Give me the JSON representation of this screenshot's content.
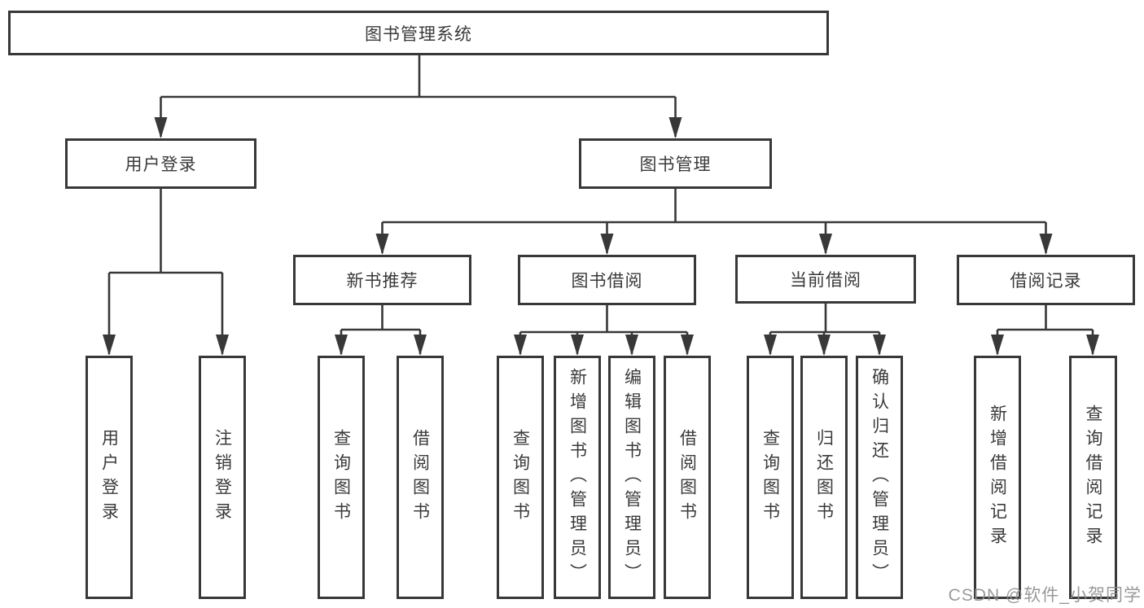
{
  "diagram_title": "图书管理系统",
  "nodes": {
    "root": "图书管理系统",
    "l2_user_login": "用户登录",
    "l2_book_mgmt": "图书管理",
    "l3_new_books": "新书推荐",
    "l3_book_borrow": "图书借阅",
    "l3_current_borrow": "当前借阅",
    "l3_borrow_records": "借阅记录",
    "leaf_user_login": "用户登录",
    "leaf_logout": "注销登录",
    "leaf_query_books_a": "查询图书",
    "leaf_borrow_books_a": "借阅图书",
    "leaf_query_books_b": "查询图书",
    "leaf_add_books_admin": "新增图书（管理员）",
    "leaf_edit_books_admin": "编辑图书（管理员）",
    "leaf_borrow_books_b": "借阅图书",
    "leaf_query_books_c": "查询图书",
    "leaf_return_books": "归还图书",
    "leaf_confirm_return_admin": "确认归还（管理员）",
    "leaf_add_borrow_record": "新增借阅记录",
    "leaf_query_borrow_record": "查询借阅记录"
  },
  "hierarchy": {
    "图书管理系统": {
      "用户登录": [
        "用户登录",
        "注销登录"
      ],
      "图书管理": {
        "新书推荐": [
          "查询图书",
          "借阅图书"
        ],
        "图书借阅": [
          "查询图书",
          "新增图书（管理员）",
          "编辑图书（管理员）",
          "借阅图书"
        ],
        "当前借阅": [
          "查询图书",
          "归还图书",
          "确认归还（管理员）"
        ],
        "借阅记录": [
          "新增借阅记录",
          "查询借阅记录"
        ]
      }
    }
  },
  "watermark": "CSDN @软件_小贺同学",
  "colors": {
    "line": "#383838",
    "box_border": "#383838",
    "box_fill": "#ffffff",
    "text": "#3a3a3a",
    "watermark": "#8f8f8f"
  }
}
